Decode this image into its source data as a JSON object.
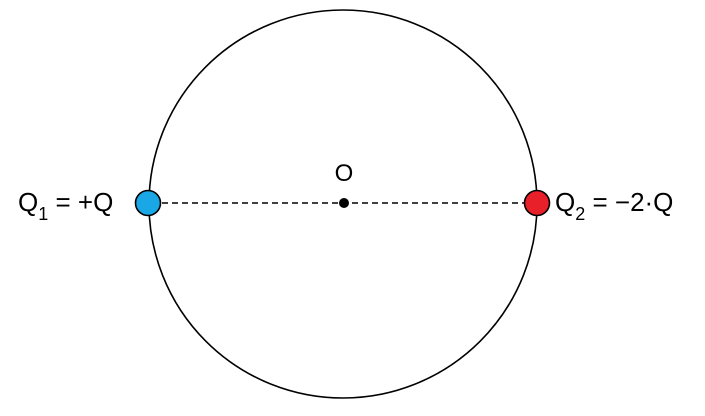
{
  "diagram": {
    "center_label": "O",
    "charges": {
      "q1": {
        "symbol": "Q",
        "subscript": "1",
        "value_text": " = +Q",
        "color": "#1aa7e6"
      },
      "q2": {
        "symbol": "Q",
        "subscript": "2",
        "value_text": " = −2·Q",
        "color": "#e8202a"
      }
    },
    "colors": {
      "stroke": "#000000",
      "background": "#ffffff"
    }
  }
}
